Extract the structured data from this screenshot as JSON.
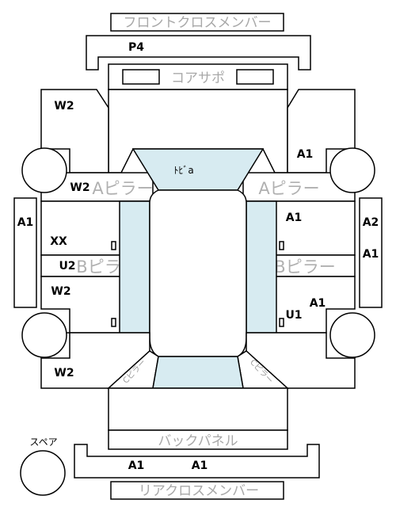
{
  "diagram": {
    "front_cross_member": "フロントクロスメンバー",
    "front_cross_member_code": "P4",
    "radiator_support": "コアサポ",
    "roof": "ﾄﾋﾞa",
    "a_pillar_left": "Aピラー",
    "a_pillar_right": "Aピラー",
    "b_pillar_left": "Bピラー",
    "b_pillar_right": "Bピラー",
    "c_pillar_left": "Cピラー",
    "c_pillar_right": "Cピラー",
    "back_panel": "バックパネル",
    "rear_cross_member": "リアクロスメンバー",
    "spare": "スペア",
    "codes": {
      "front_fender_left": "W2",
      "front_fender_right": "A1",
      "a_pillar_area_left": "W2",
      "front_door_left": "XX",
      "front_door_right": "A1",
      "sill_left": "A1",
      "sill_right_top": "A2",
      "sill_right_bottom": "A1",
      "b_pillar_area_left": "U2",
      "rear_door_left": "W2",
      "rear_door_right_top": "A1",
      "rear_door_right_bottom": "U1",
      "rear_fender_left": "W2",
      "rear_cross_left": "A1",
      "rear_cross_right": "A1"
    }
  }
}
